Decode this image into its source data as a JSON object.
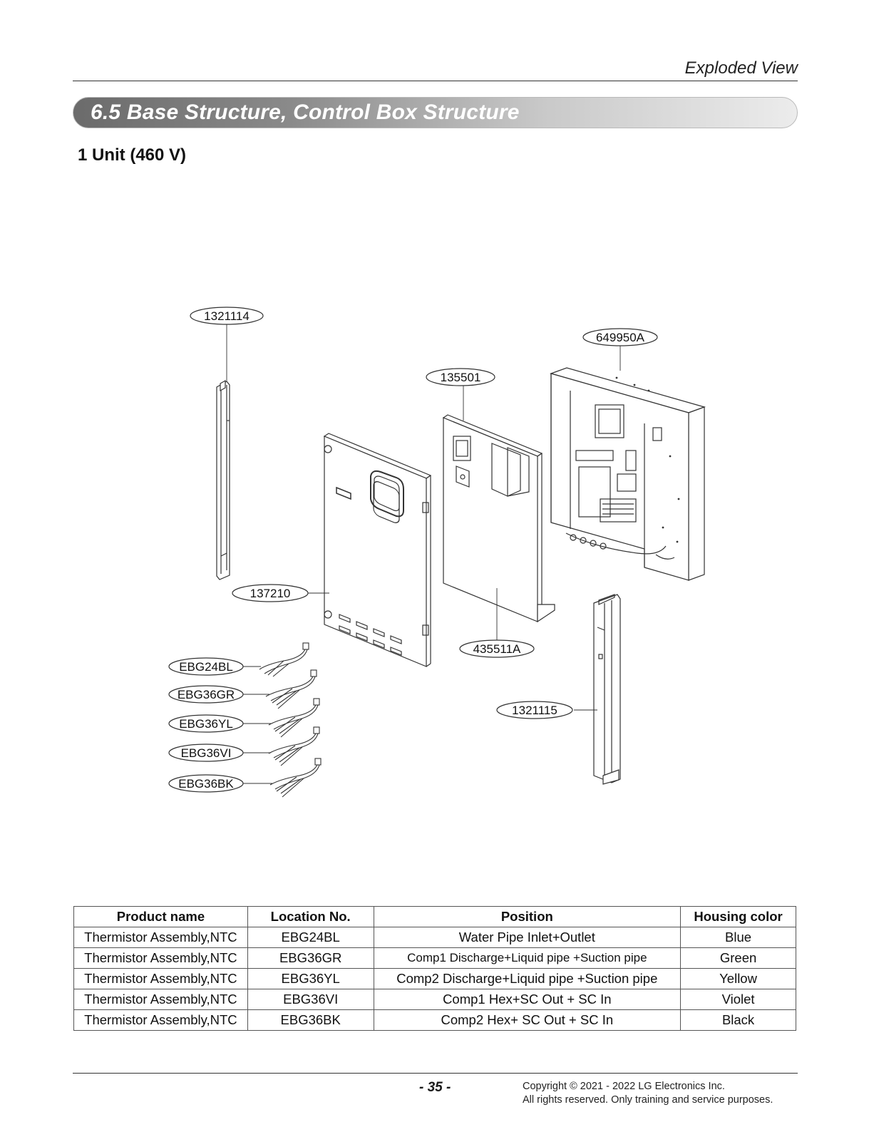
{
  "header": {
    "title": "Exploded View"
  },
  "section": {
    "title": "6.5 Base Structure, Control Box Structure"
  },
  "subsection": {
    "title": "1 Unit (460 V)"
  },
  "diagram": {
    "callouts": {
      "c1321114": "1321114",
      "c649950A": "649950A",
      "c135501": "135501",
      "c137210": "137210",
      "c435511A": "435511A",
      "c1321115": "1321115",
      "EBG24BL": "EBG24BL",
      "EBG36GR": "EBG36GR",
      "EBG36YL": "EBG36YL",
      "EBG36VI": "EBG36VI",
      "EBG36BK": "EBG36BK"
    }
  },
  "table": {
    "headers": {
      "product_name": "Product name",
      "location_no": "Location No.",
      "position": "Position",
      "housing_color": "Housing color"
    },
    "rows": [
      {
        "product_name": "Thermistor Assembly,NTC",
        "location_no": "EBG24BL",
        "position": "Water Pipe Inlet+Outlet",
        "housing_color": "Blue"
      },
      {
        "product_name": "Thermistor Assembly,NTC",
        "location_no": "EBG36GR",
        "position": "Comp1 Discharge+Liquid pipe +Suction pipe",
        "housing_color": "Green"
      },
      {
        "product_name": "Thermistor Assembly,NTC",
        "location_no": "EBG36YL",
        "position": "Comp2 Discharge+Liquid pipe +Suction pipe",
        "housing_color": "Yellow"
      },
      {
        "product_name": "Thermistor Assembly,NTC",
        "location_no": "EBG36VI",
        "position": "Comp1 Hex+SC Out + SC In",
        "housing_color": "Violet"
      },
      {
        "product_name": "Thermistor Assembly,NTC",
        "location_no": "EBG36BK",
        "position": "Comp2 Hex+ SC Out + SC In",
        "housing_color": "Black"
      }
    ]
  },
  "footer": {
    "page_number": "- 35 -",
    "copyright_line1": "Copyright © 2021 - 2022 LG Electronics Inc.",
    "copyright_line2": "All rights reserved. Only training and service purposes."
  }
}
